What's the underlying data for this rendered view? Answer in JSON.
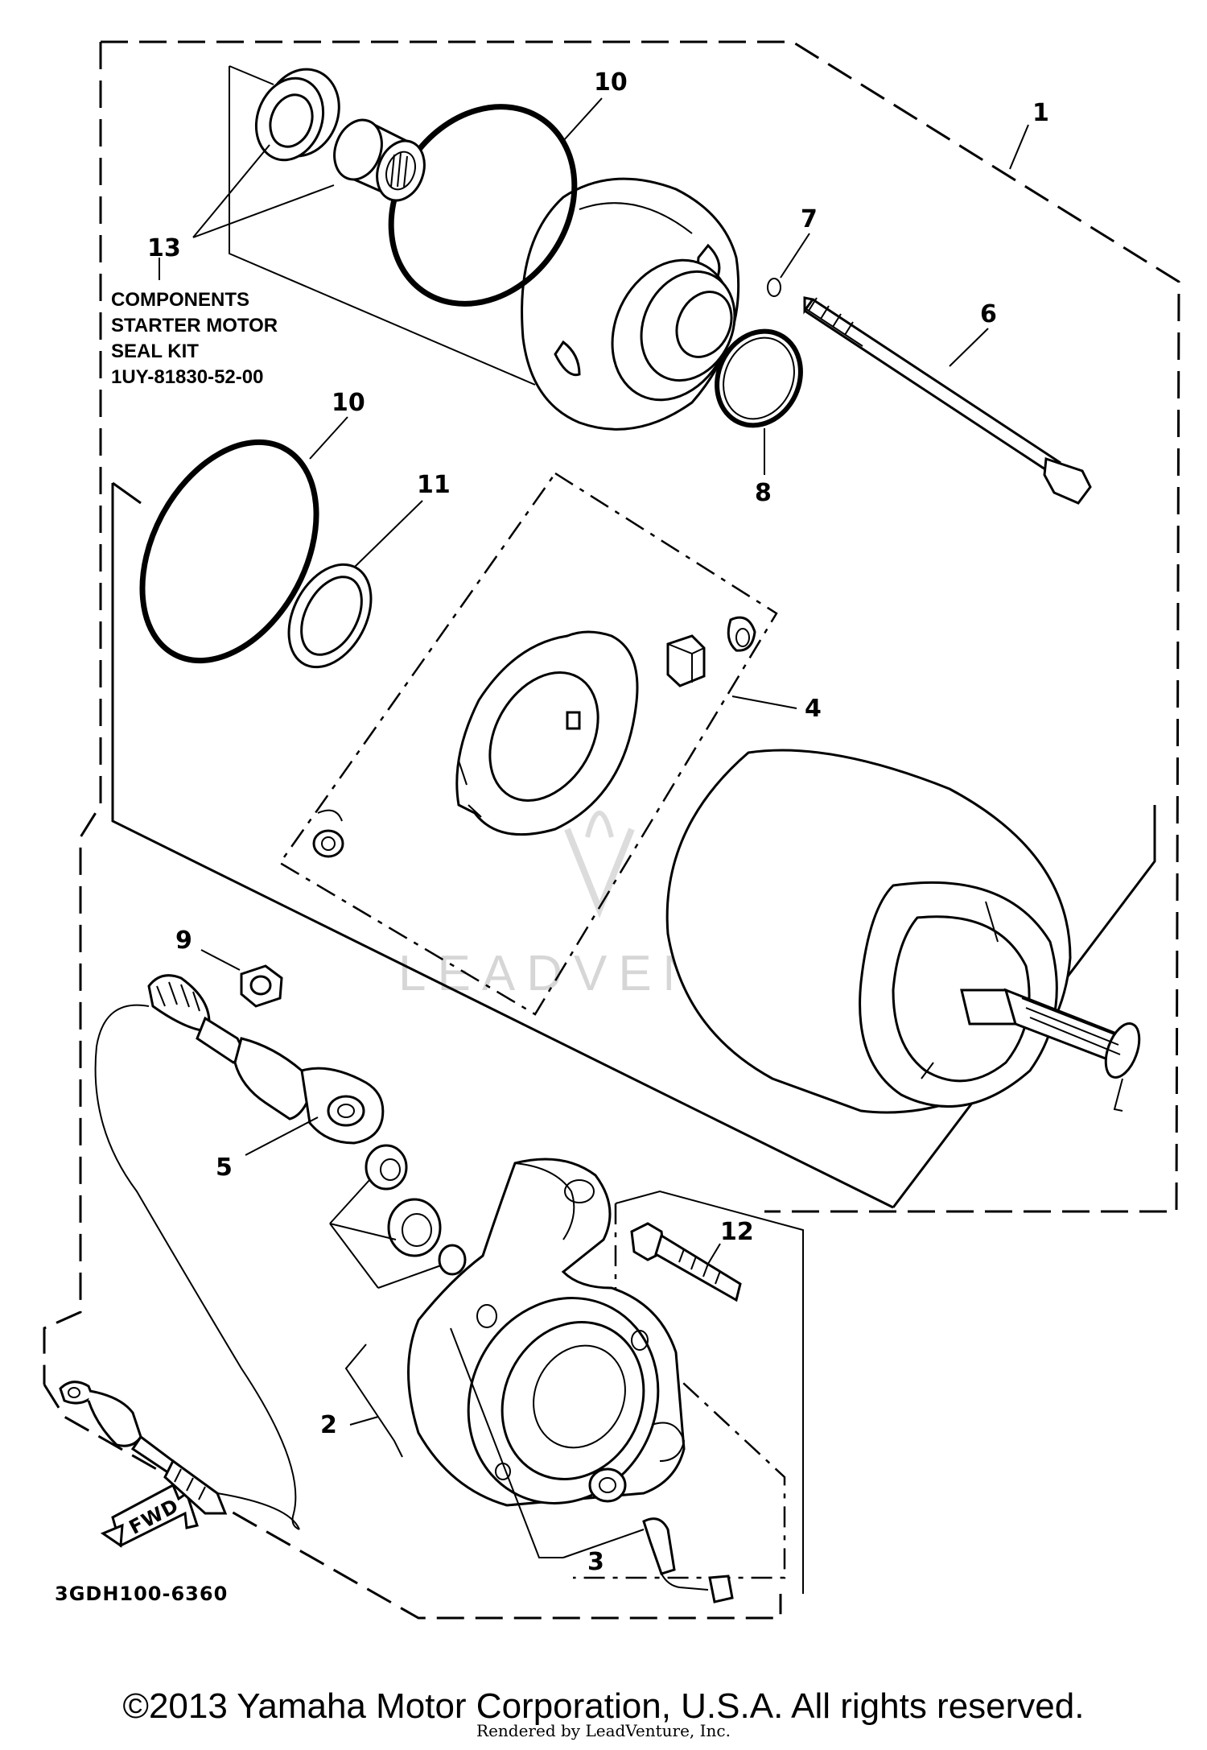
{
  "diagram": {
    "callouts": {
      "c1": "1",
      "c2": "2",
      "c3": "3",
      "c4": "4",
      "c5": "5",
      "c6": "6",
      "c7": "7",
      "c8": "8",
      "c9": "9",
      "c10a": "10",
      "c10b": "10",
      "c11": "11",
      "c12": "12",
      "c13": "13"
    },
    "kit_note": {
      "line1": "COMPONENTS",
      "line2": "STARTER MOTOR",
      "line3": "SEAL KIT",
      "line4": "1UY-81830-52-00"
    },
    "fwd_label": "FWD",
    "diagram_code": "3GDH100-6360",
    "watermark": "LEADVENTURE"
  },
  "footer": {
    "copyright": "©2013 Yamaha Motor Corporation, U.S.A. All rights reserved.",
    "rendered_by": "Rendered by LeadVenture, Inc."
  },
  "colors": {
    "line": "#000000",
    "background": "#ffffff",
    "watermark": "#d6d6d6"
  }
}
